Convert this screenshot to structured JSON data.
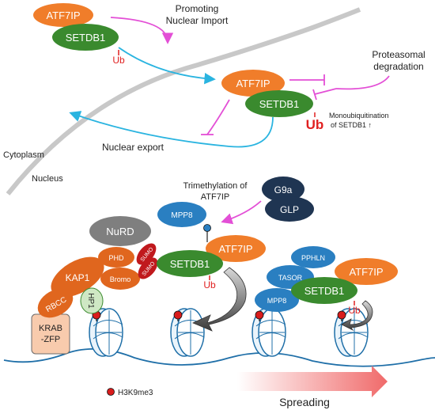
{
  "labels": {
    "atf7ip": "ATF7IP",
    "setdb1": "SETDB1",
    "ub": "Ub",
    "promoting_line1": "Promoting",
    "promoting_line2": "Nuclear Import",
    "proteasomal_line1": "Proteasomal",
    "proteasomal_line2": "degradation",
    "monoubiq_line1": "Monoubiquitination",
    "monoubiq_line2": "of SETDB1 ↑",
    "nuclear_export": "Nuclear export",
    "cytoplasm": "Cytoplasm",
    "nucleus": "Nucleus",
    "trimethylation_line1": "Trimethylation of",
    "trimethylation_line2": "ATF7IP",
    "g9a": "G9a",
    "glp": "GLP",
    "mpp8": "MPP8",
    "nurd": "NuRD",
    "sumo": "SUMO",
    "kap1": "KAP1",
    "phd": "PHD",
    "bromo": "Bromo",
    "rbcc": "RBCC",
    "hp1": "HP1",
    "krab_line1": "KRAB",
    "krab_line2": "-ZFP",
    "tasor": "TASOR",
    "pphln": "PPHLN",
    "h3k9me3": "H3K9me3",
    "spreading": "Spreading"
  },
  "colors": {
    "atf7ip_orange": "#f07d2a",
    "setdb1_green": "#3a8a2e",
    "kap1_orange": "#e0661e",
    "mpp8_blue": "#2a7fc1",
    "g9a_navy": "#1f3552",
    "nurd_gray": "#7f7f7f",
    "sumo_red": "#c0191d",
    "hp1_green": "#cfe8c4",
    "krab_peach": "#f8cbad",
    "ub_red": "#e02020",
    "magenta_arrow": "#e34fd6",
    "export_arrow": "#2ab4e0",
    "dna_blue": "#1f6fa8",
    "mark_red": "#d91c1c"
  }
}
